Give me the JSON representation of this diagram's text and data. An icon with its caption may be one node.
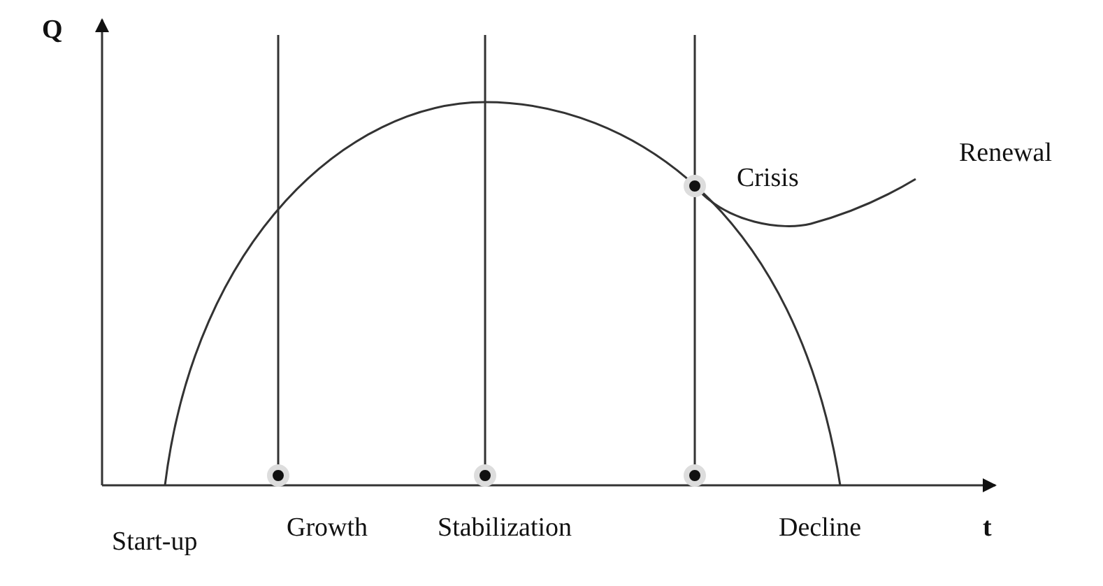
{
  "diagram": {
    "labels": [
      "Q",
      "Crisis",
      "Renewal",
      "Start-up",
      "Growth",
      "Stabilization",
      "Decline",
      "t"
    ]
  }
}
